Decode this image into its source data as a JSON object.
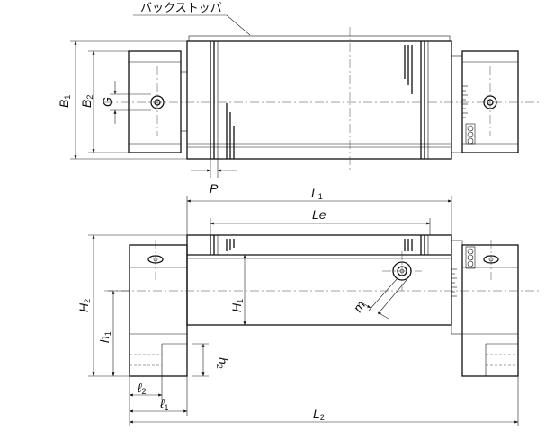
{
  "callout": {
    "back_stopper": "バックストッパ"
  },
  "top_view": {
    "B1": {
      "main": "B",
      "sub": "1"
    },
    "B2": {
      "main": "B",
      "sub": "2"
    },
    "G": {
      "main": "G",
      "sub": ""
    },
    "P": {
      "main": "P",
      "sub": ""
    }
  },
  "front_view": {
    "L1": {
      "main": "L",
      "sub": "1"
    },
    "Le": {
      "main": "Le",
      "sub": ""
    },
    "H1": {
      "main": "H",
      "sub": "1"
    },
    "H2": {
      "main": "H",
      "sub": "2"
    },
    "h1": {
      "main": "h",
      "sub": "1"
    },
    "h2": {
      "main": "h",
      "sub": "2"
    },
    "m": {
      "main": "m",
      "sub": ""
    },
    "l1": {
      "main": "ℓ",
      "sub": "1"
    },
    "l2": {
      "main": "ℓ",
      "sub": "2"
    },
    "L2": {
      "main": "L",
      "sub": "2"
    }
  }
}
